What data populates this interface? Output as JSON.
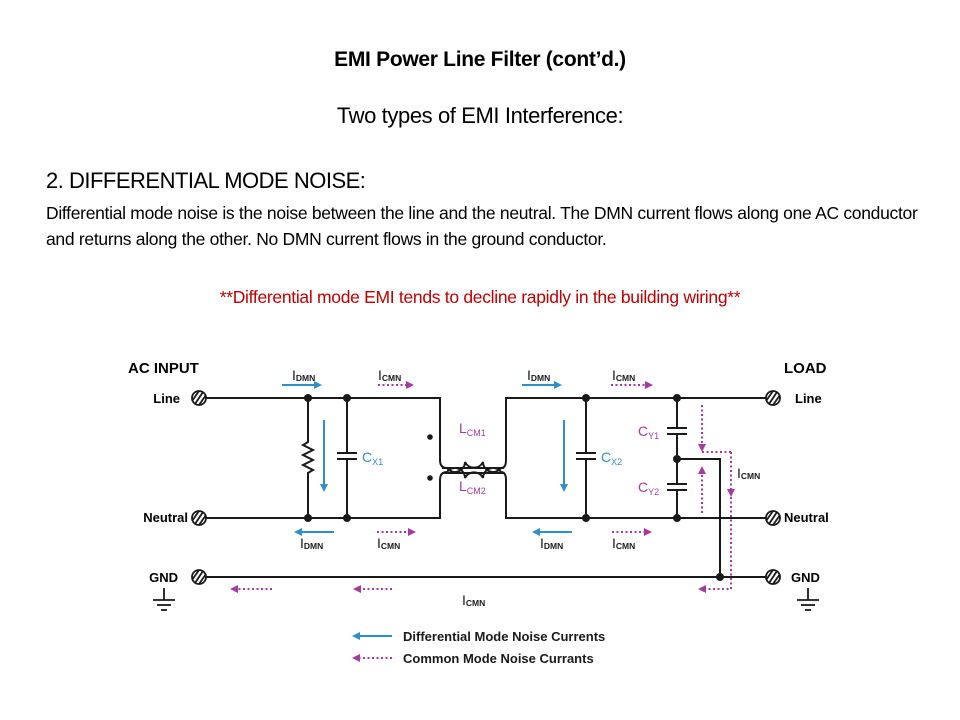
{
  "slide": {
    "title": "EMI Power Line Filter (cont’d.)",
    "subtitle": "Two types of EMI Interference:",
    "heading": "2.  DIFFERENTIAL MODE NOISE:",
    "body": "Differential mode noise is the noise between the line and the neutral. The DMN current flows along one AC conductor and returns along the other. No DMN current flows in the ground conductor.",
    "emphasis": "**Differential mode EMI  tends to decline rapidly in the building wiring**"
  },
  "diagram": {
    "colors": {
      "dmn": "#2f8fc8",
      "cmn": "#a63aa0",
      "wire": "#1a1a1a",
      "emphasis": "#c00000"
    },
    "input": {
      "label": "AC INPUT",
      "line": "Line",
      "neutral": "Neutral",
      "gnd": "GND"
    },
    "output": {
      "label": "LOAD",
      "line": "Line",
      "neutral": "Neutral",
      "gnd": "GND"
    },
    "components": {
      "cx1": {
        "main": "C",
        "sub": "X1"
      },
      "cx2": {
        "main": "C",
        "sub": "X2"
      },
      "lcm1": {
        "main": "L",
        "sub": "CM1"
      },
      "lcm2": {
        "main": "L",
        "sub": "CM2"
      },
      "cy1": {
        "main": "C",
        "sub": "Y1"
      },
      "cy2": {
        "main": "C",
        "sub": "Y2"
      }
    },
    "current_labels": {
      "dmn_main": "I",
      "dmn_sub": "DMN",
      "cmn_main": "I",
      "cmn_sub": "CMN"
    },
    "legend": [
      {
        "label": "Differential Mode Noise Currents",
        "style": "solid",
        "color": "#2f8fc8"
      },
      {
        "label": "Common Mode Noise Currants",
        "style": "dotted",
        "color": "#a63aa0"
      }
    ]
  }
}
